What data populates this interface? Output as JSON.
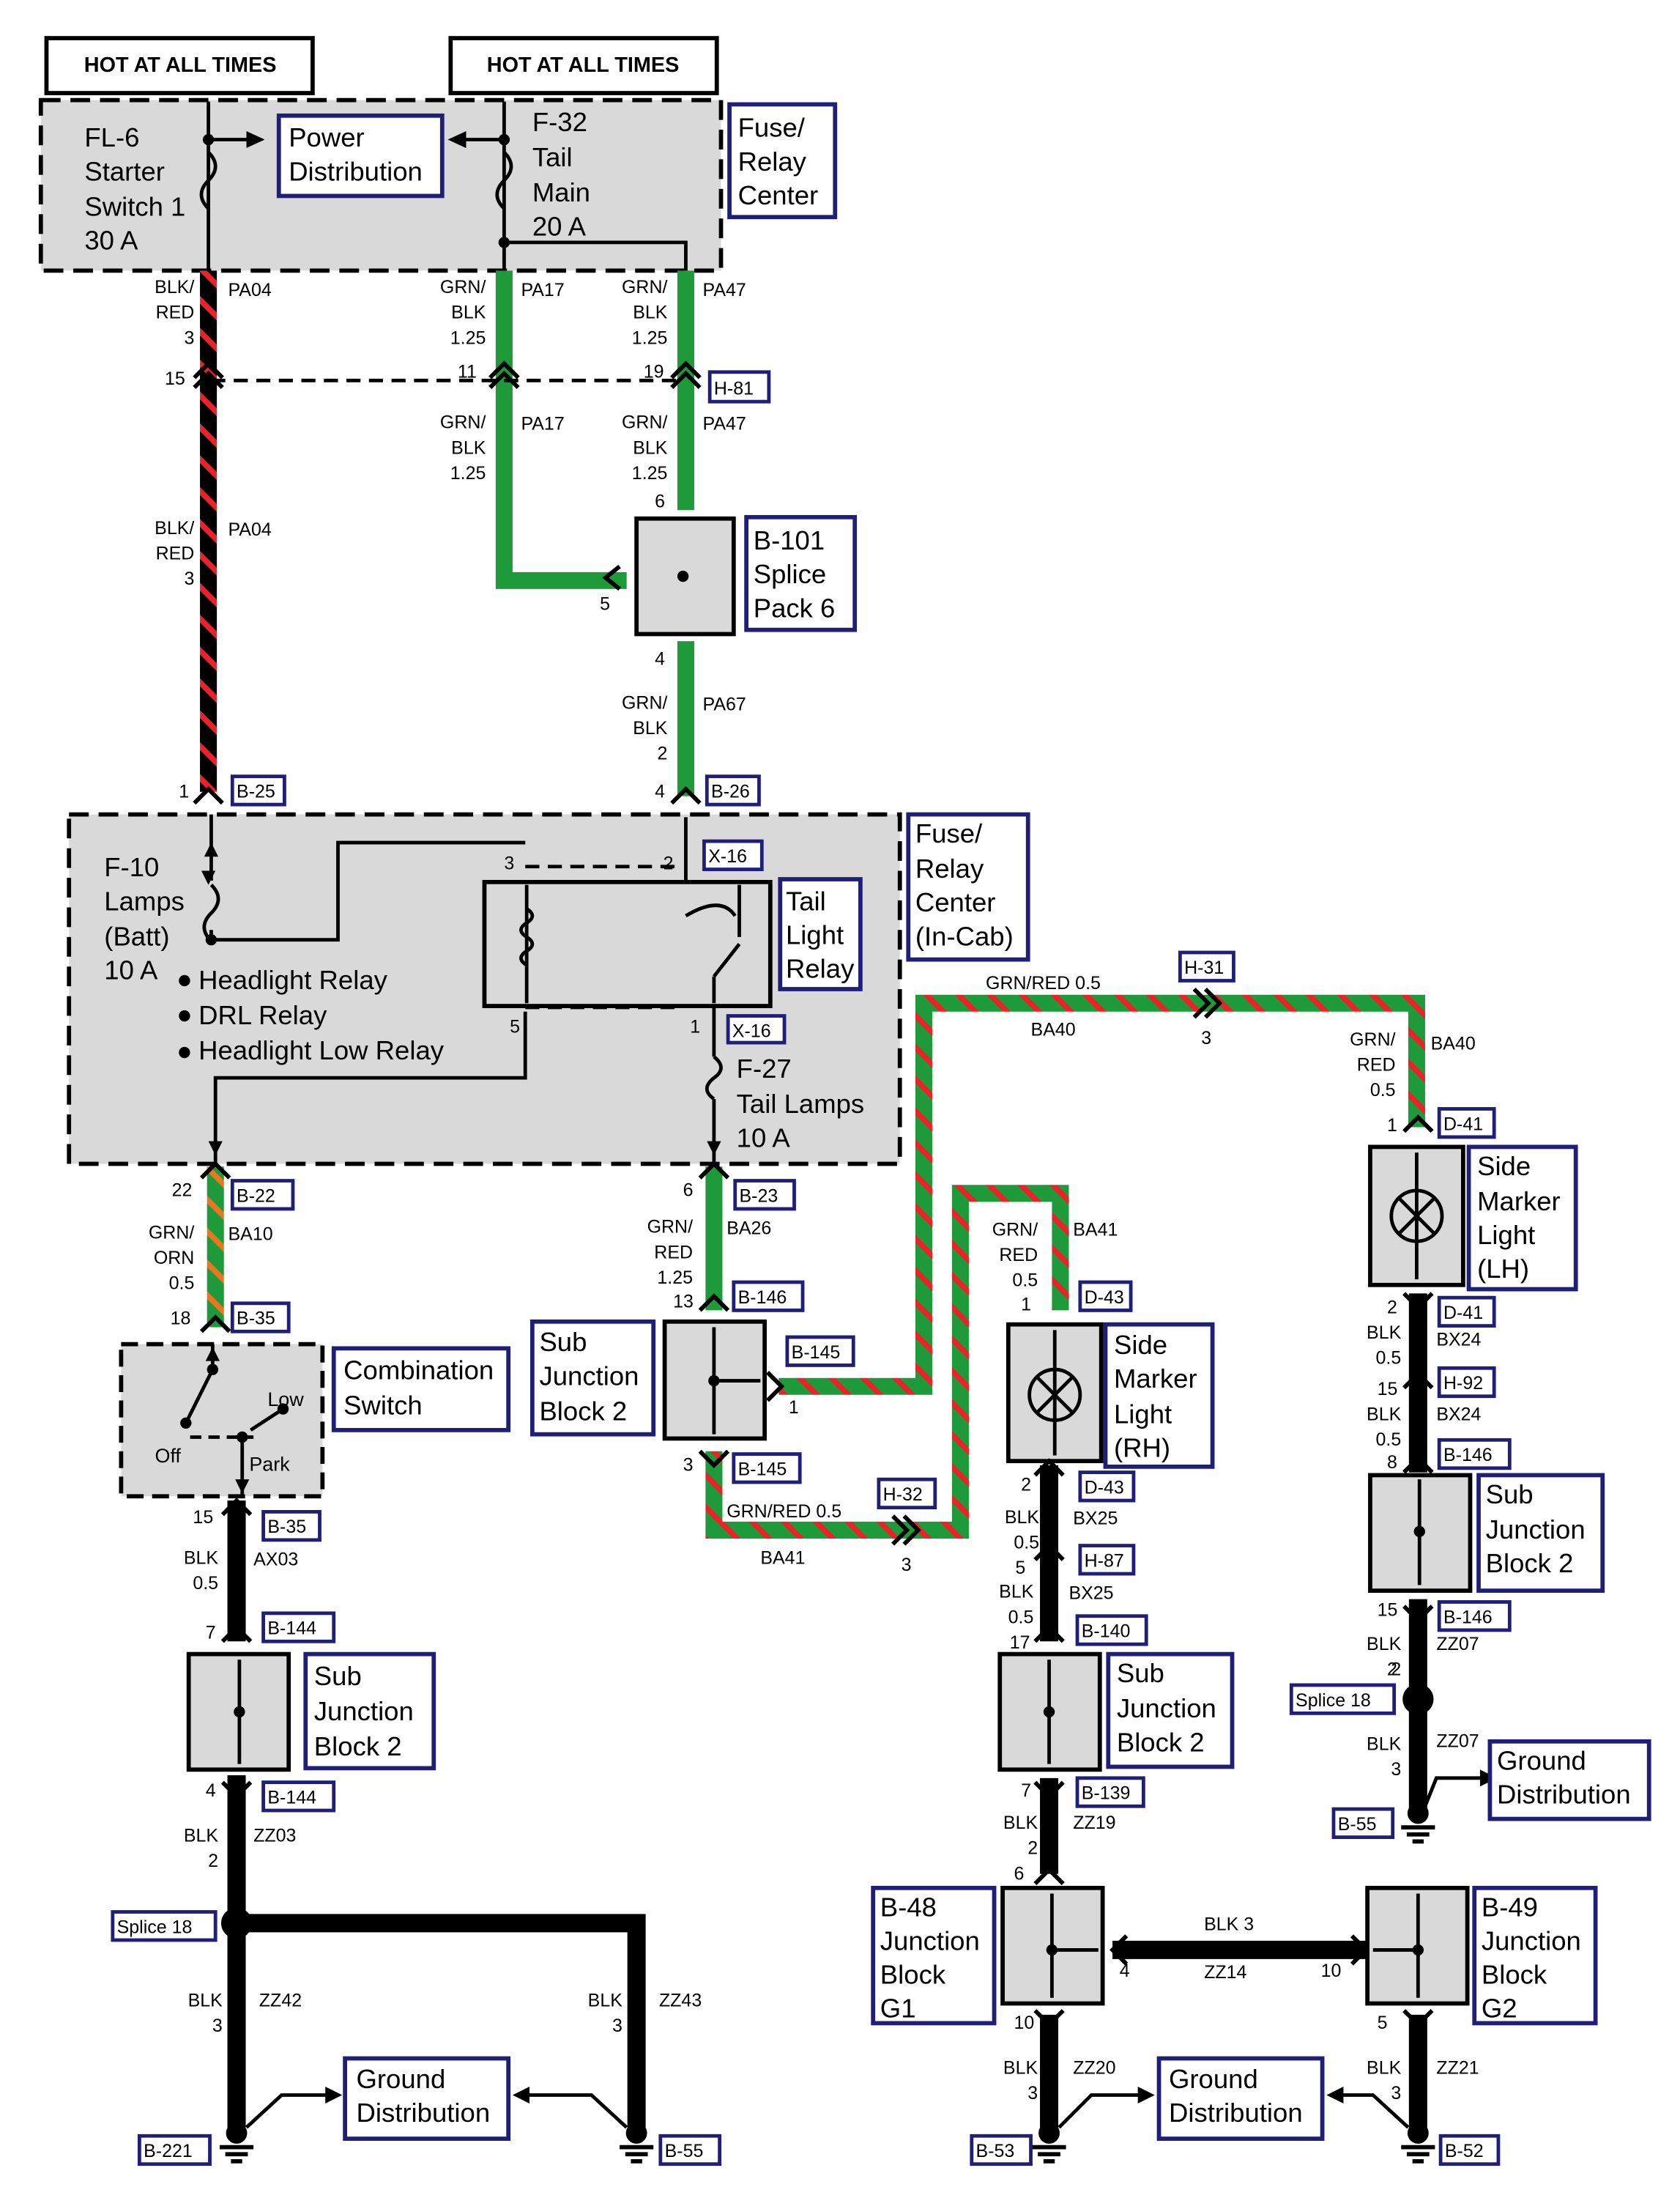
{
  "colors": {
    "green": "#1e9a3a",
    "red": "#e8232a",
    "orange": "#e87722",
    "black": "#000000",
    "gray": "#d9d9d9",
    "navy": "#1f1f7a"
  },
  "hot1": "HOT AT ALL TIMES",
  "hot2": "HOT AT ALL TIMES",
  "fl6": [
    "FL-6",
    "Starter",
    "Switch 1",
    "30 A"
  ],
  "pd": [
    "Power",
    "Distribution"
  ],
  "f32": [
    "F-32",
    "Tail",
    "Main",
    "20 A"
  ],
  "frc": [
    "Fuse/",
    "Relay",
    "Center"
  ],
  "frc2": [
    "Fuse/",
    "Relay",
    "Center",
    "(In-Cab)"
  ],
  "f10": [
    "F-10",
    "Lamps",
    "(Batt)",
    "10 A"
  ],
  "relays": [
    "Headlight Relay",
    "DRL Relay",
    "Headlight Low Relay"
  ],
  "tlr": [
    "Tail",
    "Light",
    "Relay"
  ],
  "f27": [
    "F-27",
    "Tail Lamps",
    "10 A"
  ],
  "b101": [
    "B-101",
    "Splice",
    "Pack 6"
  ],
  "cs": [
    "Combination",
    "Switch"
  ],
  "csl": {
    "low": "Low",
    "off": "Off",
    "park": "Park"
  },
  "sjb": [
    "Sub",
    "Junction",
    "Block 2"
  ],
  "sml": [
    "Side",
    "Marker",
    "Light",
    "(LH)"
  ],
  "smr": [
    "Side",
    "Marker",
    "Light",
    "(RH)"
  ],
  "gd": [
    "Ground",
    "Distribution"
  ],
  "b48": [
    "B-48",
    "Junction",
    "Block",
    "G1"
  ],
  "b49": [
    "B-49",
    "Junction",
    "Block",
    "G2"
  ],
  "conn": {
    "h81": "H-81",
    "b25": "B-25",
    "b26": "B-26",
    "x16": "X-16",
    "x16b": "X-16",
    "h31": "H-31",
    "d41": "D-41",
    "d41b": "D-41",
    "b22": "B-22",
    "b23": "B-23",
    "b146": "B-146",
    "b145": "B-145",
    "b145b": "B-145",
    "h32": "H-32",
    "d43": "D-43",
    "d43b": "D-43",
    "b35": "B-35",
    "b35b": "B-35",
    "h87": "H-87",
    "h92": "H-92",
    "b146b": "B-146",
    "b146c": "B-146",
    "b144": "B-144",
    "b144b": "B-144",
    "b140": "B-140",
    "b139": "B-139",
    "splice18": "Splice 18",
    "splice18b": "Splice 18",
    "b55": "B-55",
    "b55b": "B-55",
    "b221": "B-221",
    "b53": "B-53",
    "b52": "B-52"
  },
  "w": {
    "blkred": [
      "BLK/",
      "RED",
      "3"
    ],
    "grnblk125": [
      "GRN/",
      "BLK",
      "1.25"
    ],
    "grnblk2": [
      "GRN/",
      "BLK",
      "2"
    ],
    "grnorn": [
      "GRN/",
      "ORN",
      "0.5"
    ],
    "grnred125": [
      "GRN/",
      "RED",
      "1.25"
    ],
    "grnred05": [
      "GRN/",
      "RED",
      "0.5"
    ],
    "grnred_inline": "GRN/RED 0.5",
    "blk05": [
      "BLK",
      "0.5"
    ],
    "blk2": [
      "BLK",
      "2"
    ],
    "blk3": [
      "BLK",
      "3"
    ],
    "blk3_inline": "BLK 3",
    "pa04": "PA04",
    "pa17": "PA17",
    "pa47": "PA47",
    "pa67": "PA67",
    "ba40": "BA40",
    "ba41": "BA41",
    "ba10": "BA10",
    "ba26": "BA26",
    "ax03": "AX03",
    "zz03": "ZZ03",
    "zz42": "ZZ42",
    "zz43": "ZZ43",
    "bx24": "BX24",
    "bx25": "BX25",
    "zz07": "ZZ07",
    "zz19": "ZZ19",
    "zz14": "ZZ14",
    "zz20": "ZZ20",
    "zz21": "ZZ21"
  },
  "pins": {
    "p1": "1",
    "p2": "2",
    "p3": "3",
    "p4": "4",
    "p5": "5",
    "p6": "6",
    "p7": "7",
    "p8": "8",
    "p10": "10",
    "p11": "11",
    "p13": "13",
    "p15": "15",
    "p17": "17",
    "p18": "18",
    "p19": "19",
    "p22": "22"
  }
}
